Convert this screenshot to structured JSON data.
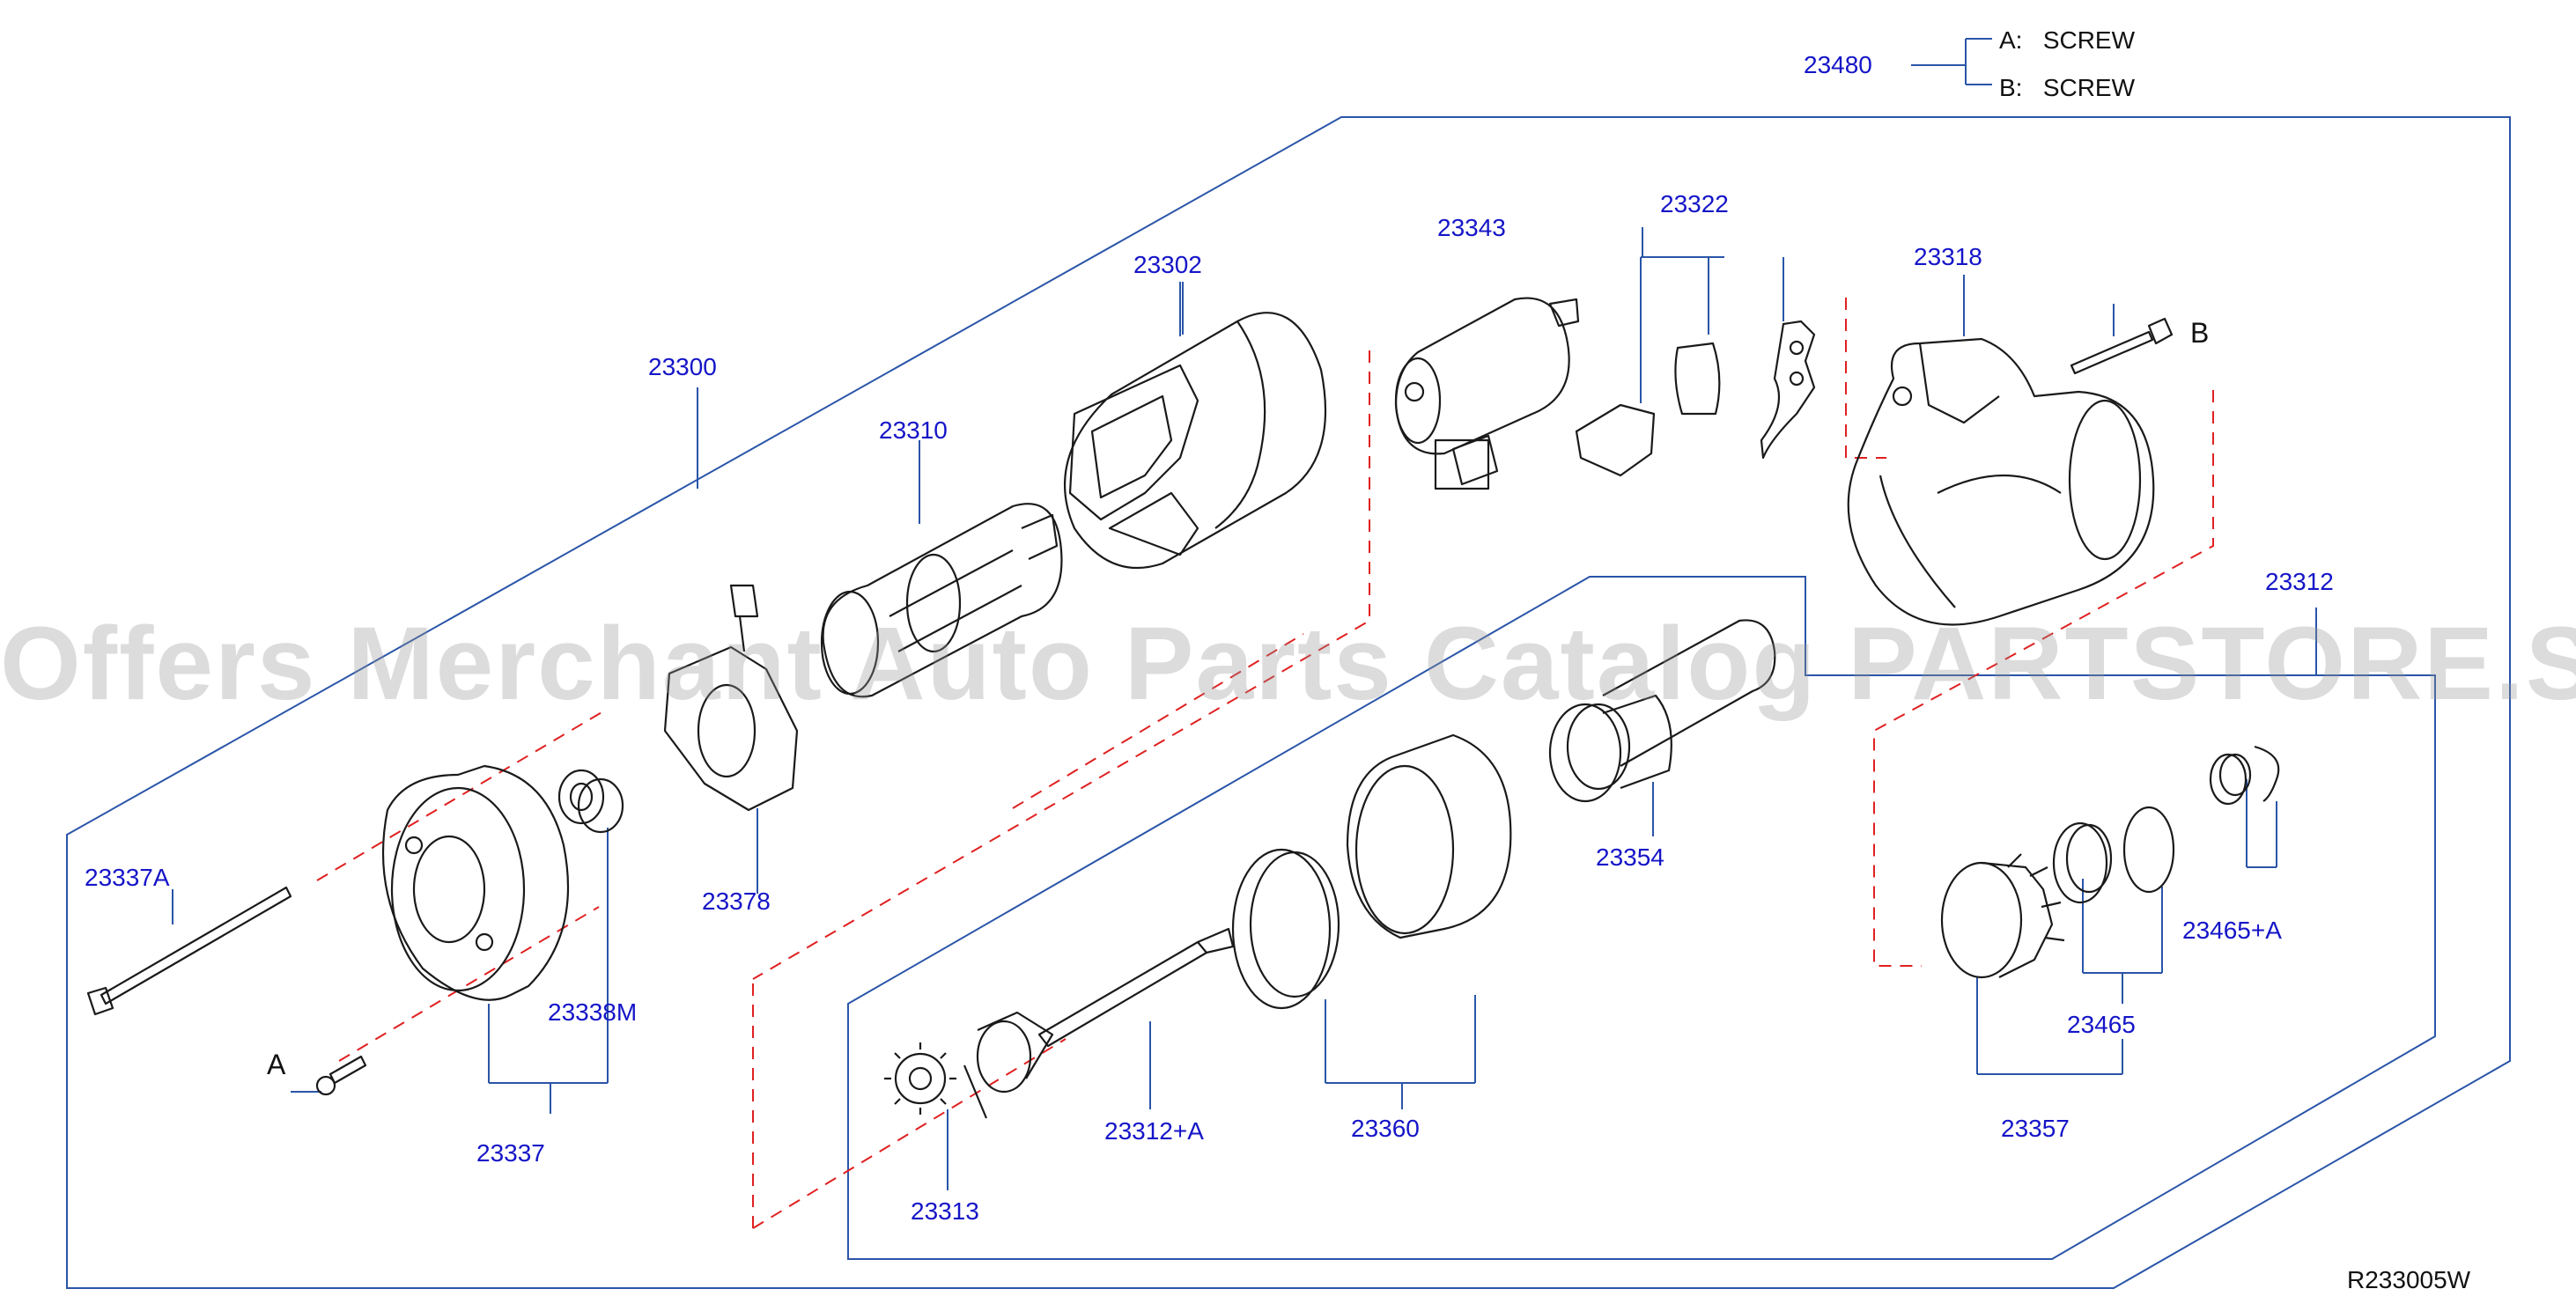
{
  "group": {
    "code": "23480"
  },
  "screw_legend": [
    {
      "letter": "A:",
      "name": "SCREW"
    },
    {
      "letter": "B:",
      "name": "SCREW"
    }
  ],
  "assembly": {
    "code": "23300"
  },
  "parts": {
    "p23302": "23302",
    "p23343": "23343",
    "p23322": "23322",
    "p23318": "23318",
    "p23310": "23310",
    "p23312": "23312",
    "p23337A": "23337A",
    "p23378": "23378",
    "p23354": "23354",
    "p23465A": "23465+A",
    "p23338M": "23338M",
    "p23465": "23465",
    "p23337": "23337",
    "p23312A": "23312+A",
    "p23360": "23360",
    "p23357": "23357",
    "p23313": "23313"
  },
  "screw_markers": {
    "a": "A",
    "b": "B"
  },
  "diagram_code": "R233005W",
  "watermark": "Offers Merchant Auto Parts Catalog PARTSTORE.SA",
  "colors": {
    "callout": "#1515c8",
    "box_line": "#2a55a8",
    "center_line": "#e02020",
    "part_line": "#1a1a1a"
  }
}
